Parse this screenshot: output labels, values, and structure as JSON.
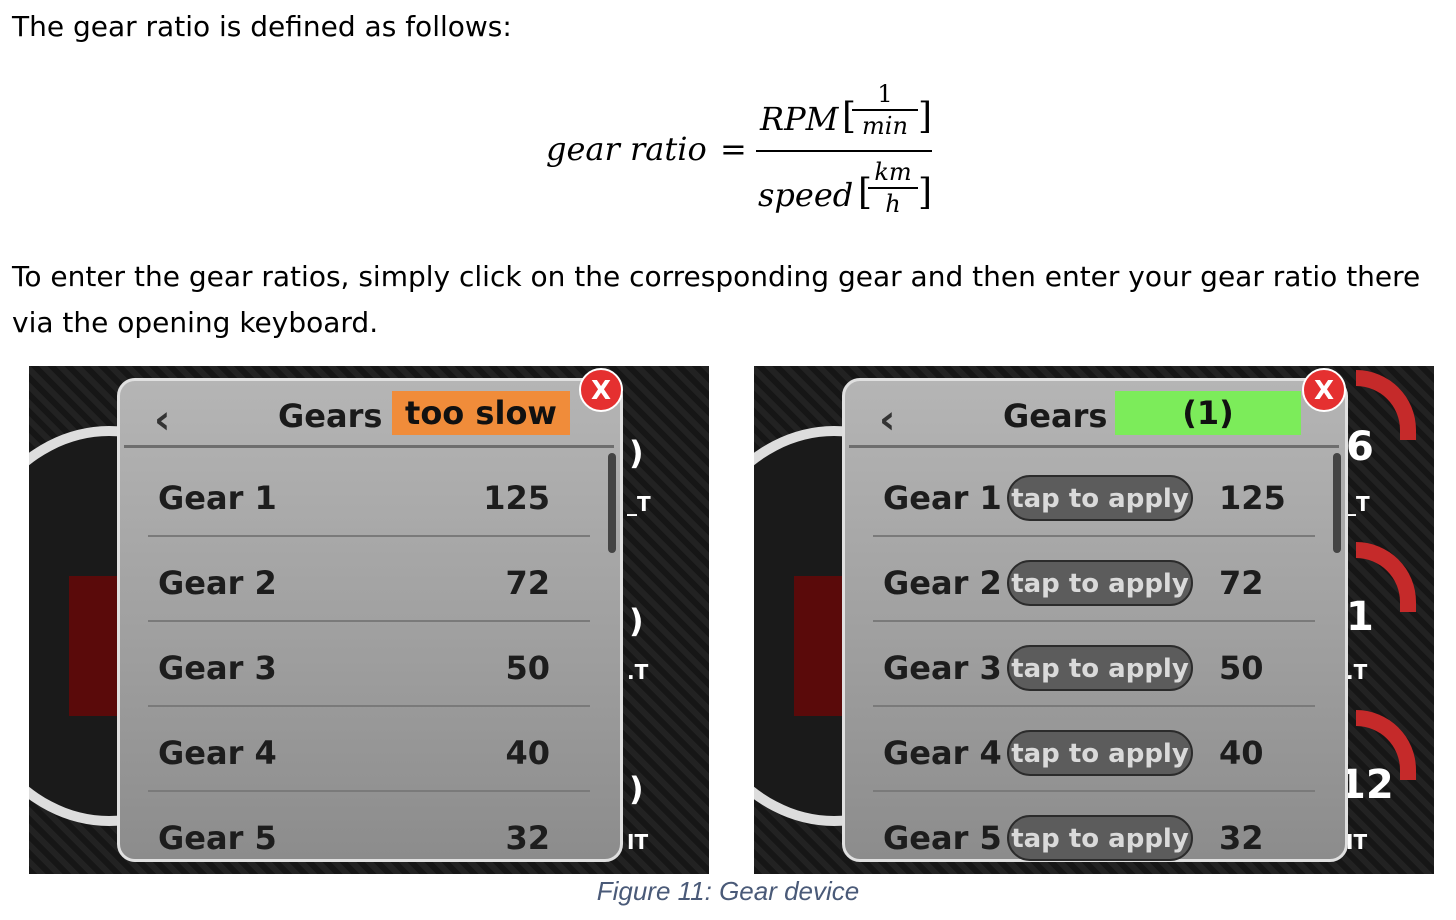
{
  "intro": "The gear ratio is defined as follows:",
  "formula": {
    "lhs": "gear ratio",
    "eq": "=",
    "num_var": "RPM",
    "num_unit_top": "1",
    "num_unit_bottom": "min",
    "den_var": "speed",
    "den_unit_top": "km",
    "den_unit_bottom": "h",
    "open": "[",
    "close": "]"
  },
  "paragraph": "To enter the gear ratios, simply click on the corresponding gear and then enter your gear ratio there via the opening keyboard.",
  "left_screen": {
    "title": "Gears",
    "status": "too slow",
    "close": "X",
    "back": "‹",
    "rows": [
      {
        "label": "Gear 1",
        "value": "125"
      },
      {
        "label": "Gear 2",
        "value": "72"
      },
      {
        "label": "Gear 3",
        "value": "50"
      },
      {
        "label": "Gear 4",
        "value": "40"
      },
      {
        "label": "Gear 5",
        "value": "32"
      }
    ],
    "edge": [
      ")",
      "_T",
      ")",
      ".T",
      ")",
      "IT"
    ]
  },
  "right_screen": {
    "title": "Gears",
    "status": "(1)",
    "close": "X",
    "back": "‹",
    "apply_label": "tap to apply",
    "rows": [
      {
        "label": "Gear 1",
        "value": "125"
      },
      {
        "label": "Gear 2",
        "value": "72"
      },
      {
        "label": "Gear 3",
        "value": "50"
      },
      {
        "label": "Gear 4",
        "value": "40"
      },
      {
        "label": "Gear 5",
        "value": "32"
      }
    ],
    "edge": [
      "6",
      "_T",
      "1",
      ".T",
      "12",
      "IT"
    ]
  },
  "caption": "Figure 11: Gear device",
  "colors": {
    "status_orange": "#f08c3a",
    "status_green": "#7cec5a",
    "close_red": "#e53030"
  }
}
